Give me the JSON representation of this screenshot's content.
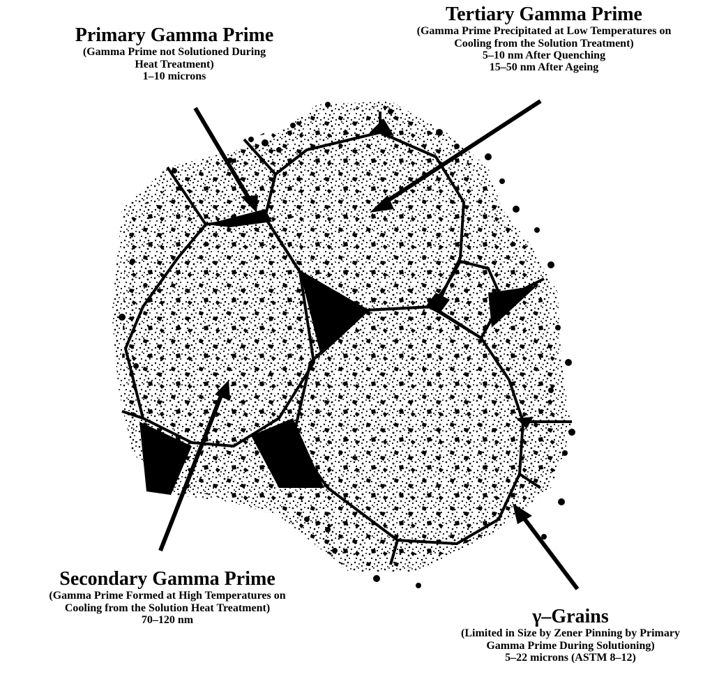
{
  "labels": {
    "primary": {
      "title": "Primary Gamma Prime",
      "lines": [
        "(Gamma Prime not Solutioned During",
        "Heat Treatment)",
        "1–10 microns"
      ]
    },
    "tertiary": {
      "title": "Tertiary Gamma Prime",
      "lines": [
        "(Gamma Prime Precipitated at Low Temperatures on",
        "Cooling from the Solution Treatment)",
        "5–10 nm After Quenching",
        "15–50 nm After Ageing"
      ]
    },
    "secondary": {
      "title": "Secondary Gamma Prime",
      "lines": [
        "(Gamma Prime Formed at High Temperatures on",
        "Cooling from the Solution Heat Treatment)",
        "70–120 nm"
      ]
    },
    "grains": {
      "title": "γ–Grains",
      "lines": [
        "(Limited in Size by Zener Pinning by Primary",
        "Gamma Prime During Solutioning)",
        "5–22 microns (ASTM 8–12)"
      ]
    }
  },
  "colors": {
    "ink": "#000000",
    "background": "#ffffff"
  }
}
